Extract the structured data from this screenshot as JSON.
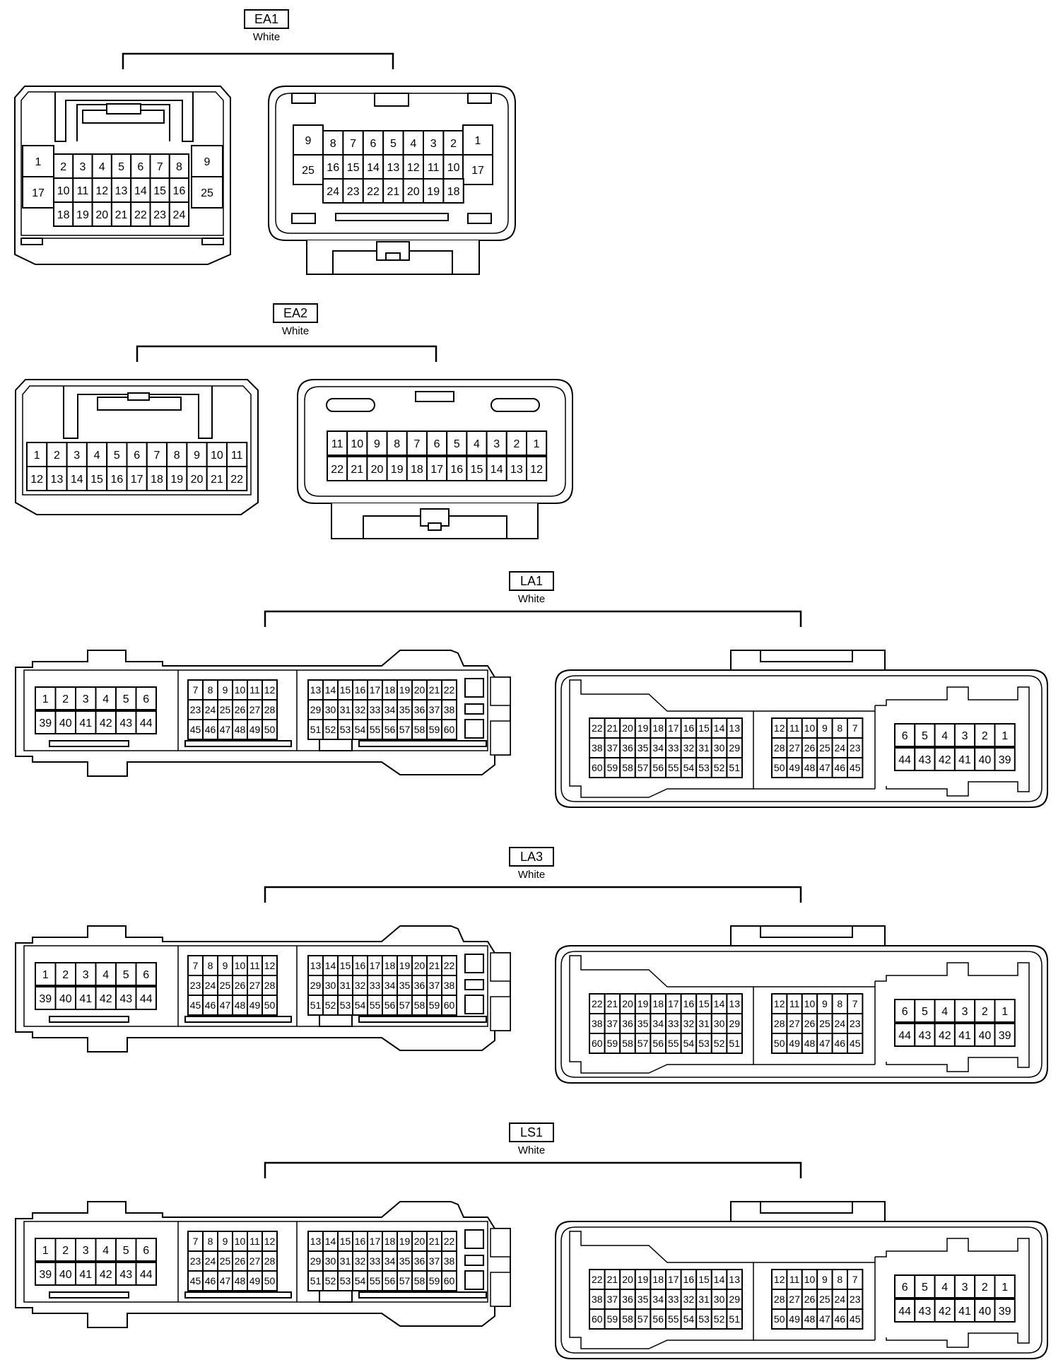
{
  "connectors": [
    {
      "id": "EA1",
      "color": "White",
      "grids": [
        [
          "1",
          "2",
          "3",
          "4",
          "5",
          "6",
          "7",
          "8",
          "9",
          "10",
          "11",
          "12",
          "13",
          "14",
          "15",
          "16",
          "17",
          "18",
          "19",
          "20",
          "21",
          "22",
          "23",
          "24",
          "25"
        ],
        [
          "9",
          "8",
          "7",
          "6",
          "5",
          "4",
          "3",
          "2",
          "1",
          "25",
          "16",
          "15",
          "14",
          "13",
          "12",
          "11",
          "10",
          "17",
          "24",
          "23",
          "22",
          "21",
          "20",
          "19",
          "18"
        ]
      ]
    },
    {
      "id": "EA2",
      "color": "White",
      "grids": [
        [
          "1",
          "2",
          "3",
          "4",
          "5",
          "6",
          "7",
          "8",
          "9",
          "10",
          "11",
          "12",
          "13",
          "14",
          "15",
          "16",
          "17",
          "18",
          "19",
          "20",
          "21",
          "22"
        ],
        [
          "11",
          "10",
          "9",
          "8",
          "7",
          "6",
          "5",
          "4",
          "3",
          "2",
          "1",
          "22",
          "21",
          "20",
          "19",
          "18",
          "17",
          "16",
          "15",
          "14",
          "13",
          "12"
        ]
      ]
    },
    {
      "id": "LA1",
      "color": "White",
      "grids": [
        [
          "1",
          "2",
          "3",
          "4",
          "5",
          "6",
          "39",
          "40",
          "41",
          "42",
          "43",
          "44"
        ],
        [
          "7",
          "8",
          "9",
          "10",
          "11",
          "12",
          "23",
          "24",
          "25",
          "26",
          "27",
          "28",
          "45",
          "46",
          "47",
          "48",
          "49",
          "50"
        ],
        [
          "13",
          "14",
          "15",
          "16",
          "17",
          "18",
          "19",
          "20",
          "21",
          "22",
          "29",
          "30",
          "31",
          "32",
          "33",
          "34",
          "35",
          "36",
          "37",
          "38",
          "51",
          "52",
          "53",
          "54",
          "55",
          "56",
          "57",
          "58",
          "59",
          "60"
        ],
        [
          "22",
          "21",
          "20",
          "19",
          "18",
          "17",
          "16",
          "15",
          "14",
          "13",
          "38",
          "37",
          "36",
          "35",
          "34",
          "33",
          "32",
          "31",
          "30",
          "29",
          "60",
          "59",
          "58",
          "57",
          "56",
          "55",
          "54",
          "53",
          "52",
          "51"
        ],
        [
          "12",
          "11",
          "10",
          "9",
          "8",
          "7",
          "28",
          "27",
          "26",
          "25",
          "24",
          "23",
          "50",
          "49",
          "48",
          "47",
          "46",
          "45"
        ],
        [
          "6",
          "5",
          "4",
          "3",
          "2",
          "1",
          "44",
          "43",
          "42",
          "41",
          "40",
          "39"
        ]
      ]
    },
    {
      "id": "LA3",
      "color": "White",
      "grids": [
        [
          "1",
          "2",
          "3",
          "4",
          "5",
          "6",
          "39",
          "40",
          "41",
          "42",
          "43",
          "44"
        ],
        [
          "7",
          "8",
          "9",
          "10",
          "11",
          "12",
          "23",
          "24",
          "25",
          "26",
          "27",
          "28",
          "45",
          "46",
          "47",
          "48",
          "49",
          "50"
        ],
        [
          "13",
          "14",
          "15",
          "16",
          "17",
          "18",
          "19",
          "20",
          "21",
          "22",
          "29",
          "30",
          "31",
          "32",
          "33",
          "34",
          "35",
          "36",
          "37",
          "38",
          "51",
          "52",
          "53",
          "54",
          "55",
          "56",
          "57",
          "58",
          "59",
          "60"
        ],
        [
          "22",
          "21",
          "20",
          "19",
          "18",
          "17",
          "16",
          "15",
          "14",
          "13",
          "38",
          "37",
          "36",
          "35",
          "34",
          "33",
          "32",
          "31",
          "30",
          "29",
          "60",
          "59",
          "58",
          "57",
          "56",
          "55",
          "54",
          "53",
          "52",
          "51"
        ],
        [
          "12",
          "11",
          "10",
          "9",
          "8",
          "7",
          "28",
          "27",
          "26",
          "25",
          "24",
          "23",
          "50",
          "49",
          "48",
          "47",
          "46",
          "45"
        ],
        [
          "6",
          "5",
          "4",
          "3",
          "2",
          "1",
          "44",
          "43",
          "42",
          "41",
          "40",
          "39"
        ]
      ]
    },
    {
      "id": "LS1",
      "color": "White",
      "grids": [
        [
          "1",
          "2",
          "3",
          "4",
          "5",
          "6",
          "39",
          "40",
          "41",
          "42",
          "43",
          "44"
        ],
        [
          "7",
          "8",
          "9",
          "10",
          "11",
          "12",
          "23",
          "24",
          "25",
          "26",
          "27",
          "28",
          "45",
          "46",
          "47",
          "48",
          "49",
          "50"
        ],
        [
          "13",
          "14",
          "15",
          "16",
          "17",
          "18",
          "19",
          "20",
          "21",
          "22",
          "29",
          "30",
          "31",
          "32",
          "33",
          "34",
          "35",
          "36",
          "37",
          "38",
          "51",
          "52",
          "53",
          "54",
          "55",
          "56",
          "57",
          "58",
          "59",
          "60"
        ],
        [
          "22",
          "21",
          "20",
          "19",
          "18",
          "17",
          "16",
          "15",
          "14",
          "13",
          "38",
          "37",
          "36",
          "35",
          "34",
          "33",
          "32",
          "31",
          "30",
          "29",
          "60",
          "59",
          "58",
          "57",
          "56",
          "55",
          "54",
          "53",
          "52",
          "51"
        ],
        [
          "12",
          "11",
          "10",
          "9",
          "8",
          "7",
          "28",
          "27",
          "26",
          "25",
          "24",
          "23",
          "50",
          "49",
          "48",
          "47",
          "46",
          "45"
        ],
        [
          "6",
          "5",
          "4",
          "3",
          "2",
          "1",
          "44",
          "43",
          "42",
          "41",
          "40",
          "39"
        ]
      ]
    }
  ]
}
